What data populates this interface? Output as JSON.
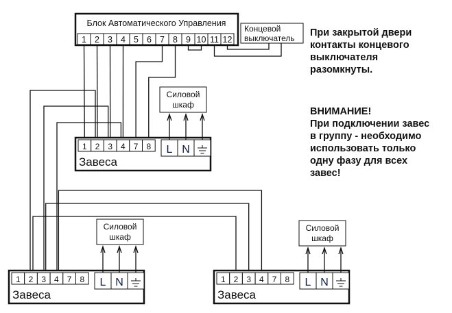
{
  "controller": {
    "title": "Блок Автоматического Управления",
    "terminals": [
      "1",
      "2",
      "3",
      "4",
      "5",
      "6",
      "7",
      "8",
      "9",
      "10",
      "11",
      "12"
    ]
  },
  "limit_switch": {
    "label_line1": "Концевой",
    "label_line2": "выключатель"
  },
  "notes": {
    "door_note": "При закрытой двери\nконтакты концевого\nвыключателя\nразомкнуты.",
    "warning_title": "ВНИМАНИЕ!",
    "warning_text": "При подключении завес\nв группу - необходимо\nиспользовать только\nодну фазу для всех\nзавес!"
  },
  "curtains": [
    {
      "id": "curtain-main",
      "label": "Завеса",
      "control_terminals": [
        "1",
        "2",
        "3",
        "4",
        "7",
        "8"
      ],
      "power_terminals": [
        "L",
        "N",
        "⏚"
      ],
      "power_cabinet": {
        "line1": "Силовой",
        "line2": "шкаф"
      }
    },
    {
      "id": "curtain-left",
      "label": "Завеса",
      "control_terminals": [
        "1",
        "2",
        "3",
        "4",
        "7",
        "8"
      ],
      "power_terminals": [
        "L",
        "N",
        "⏚"
      ],
      "power_cabinet": {
        "line1": "Силовой",
        "line2": "шкаф"
      }
    },
    {
      "id": "curtain-right",
      "label": "Завеса",
      "control_terminals": [
        "1",
        "2",
        "3",
        "4",
        "7",
        "8"
      ],
      "power_terminals": [
        "L",
        "N",
        "⏚"
      ],
      "power_cabinet": {
        "line1": "Силовой",
        "line2": "шкаф"
      }
    }
  ],
  "colors": {
    "line": "#111111",
    "terminal_letter": "#0d1a4a"
  }
}
